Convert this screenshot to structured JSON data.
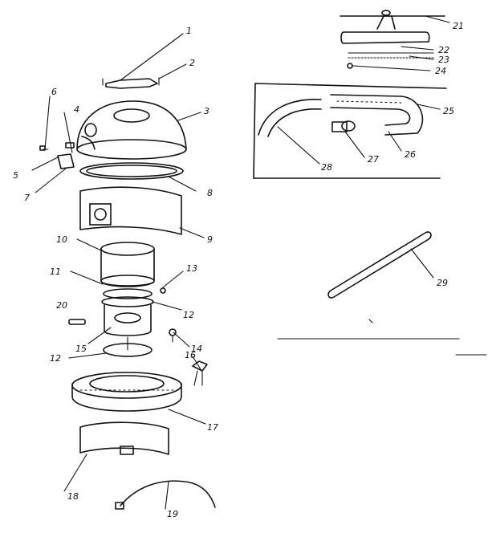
{
  "callouts": {
    "c1": "1",
    "c2": "2",
    "c3": "3",
    "c4": "4",
    "c5": "5",
    "c6": "6",
    "c7": "7",
    "c8": "8",
    "c9": "9",
    "c10": "10",
    "c11": "11",
    "c12a": "12",
    "c12b": "12",
    "c13": "13",
    "c14": "14",
    "c15": "15",
    "c16": "16",
    "c17": "17",
    "c18": "18",
    "c19": "19",
    "c20": "20",
    "c21": "21",
    "c22": "22",
    "c23": "23",
    "c24": "24",
    "c25": "25",
    "c26": "26",
    "c27": "27",
    "c28": "28",
    "c29": "29"
  },
  "icons": {
    "handle": "carry-handle-icon",
    "lid": "motor-lid-icon",
    "tank": "drum-tank-icon",
    "hose": "flex-hose-icon",
    "nozzle": "floor-nozzle-icon",
    "wand": "extension-wand-icon",
    "cord": "power-cord-icon"
  }
}
